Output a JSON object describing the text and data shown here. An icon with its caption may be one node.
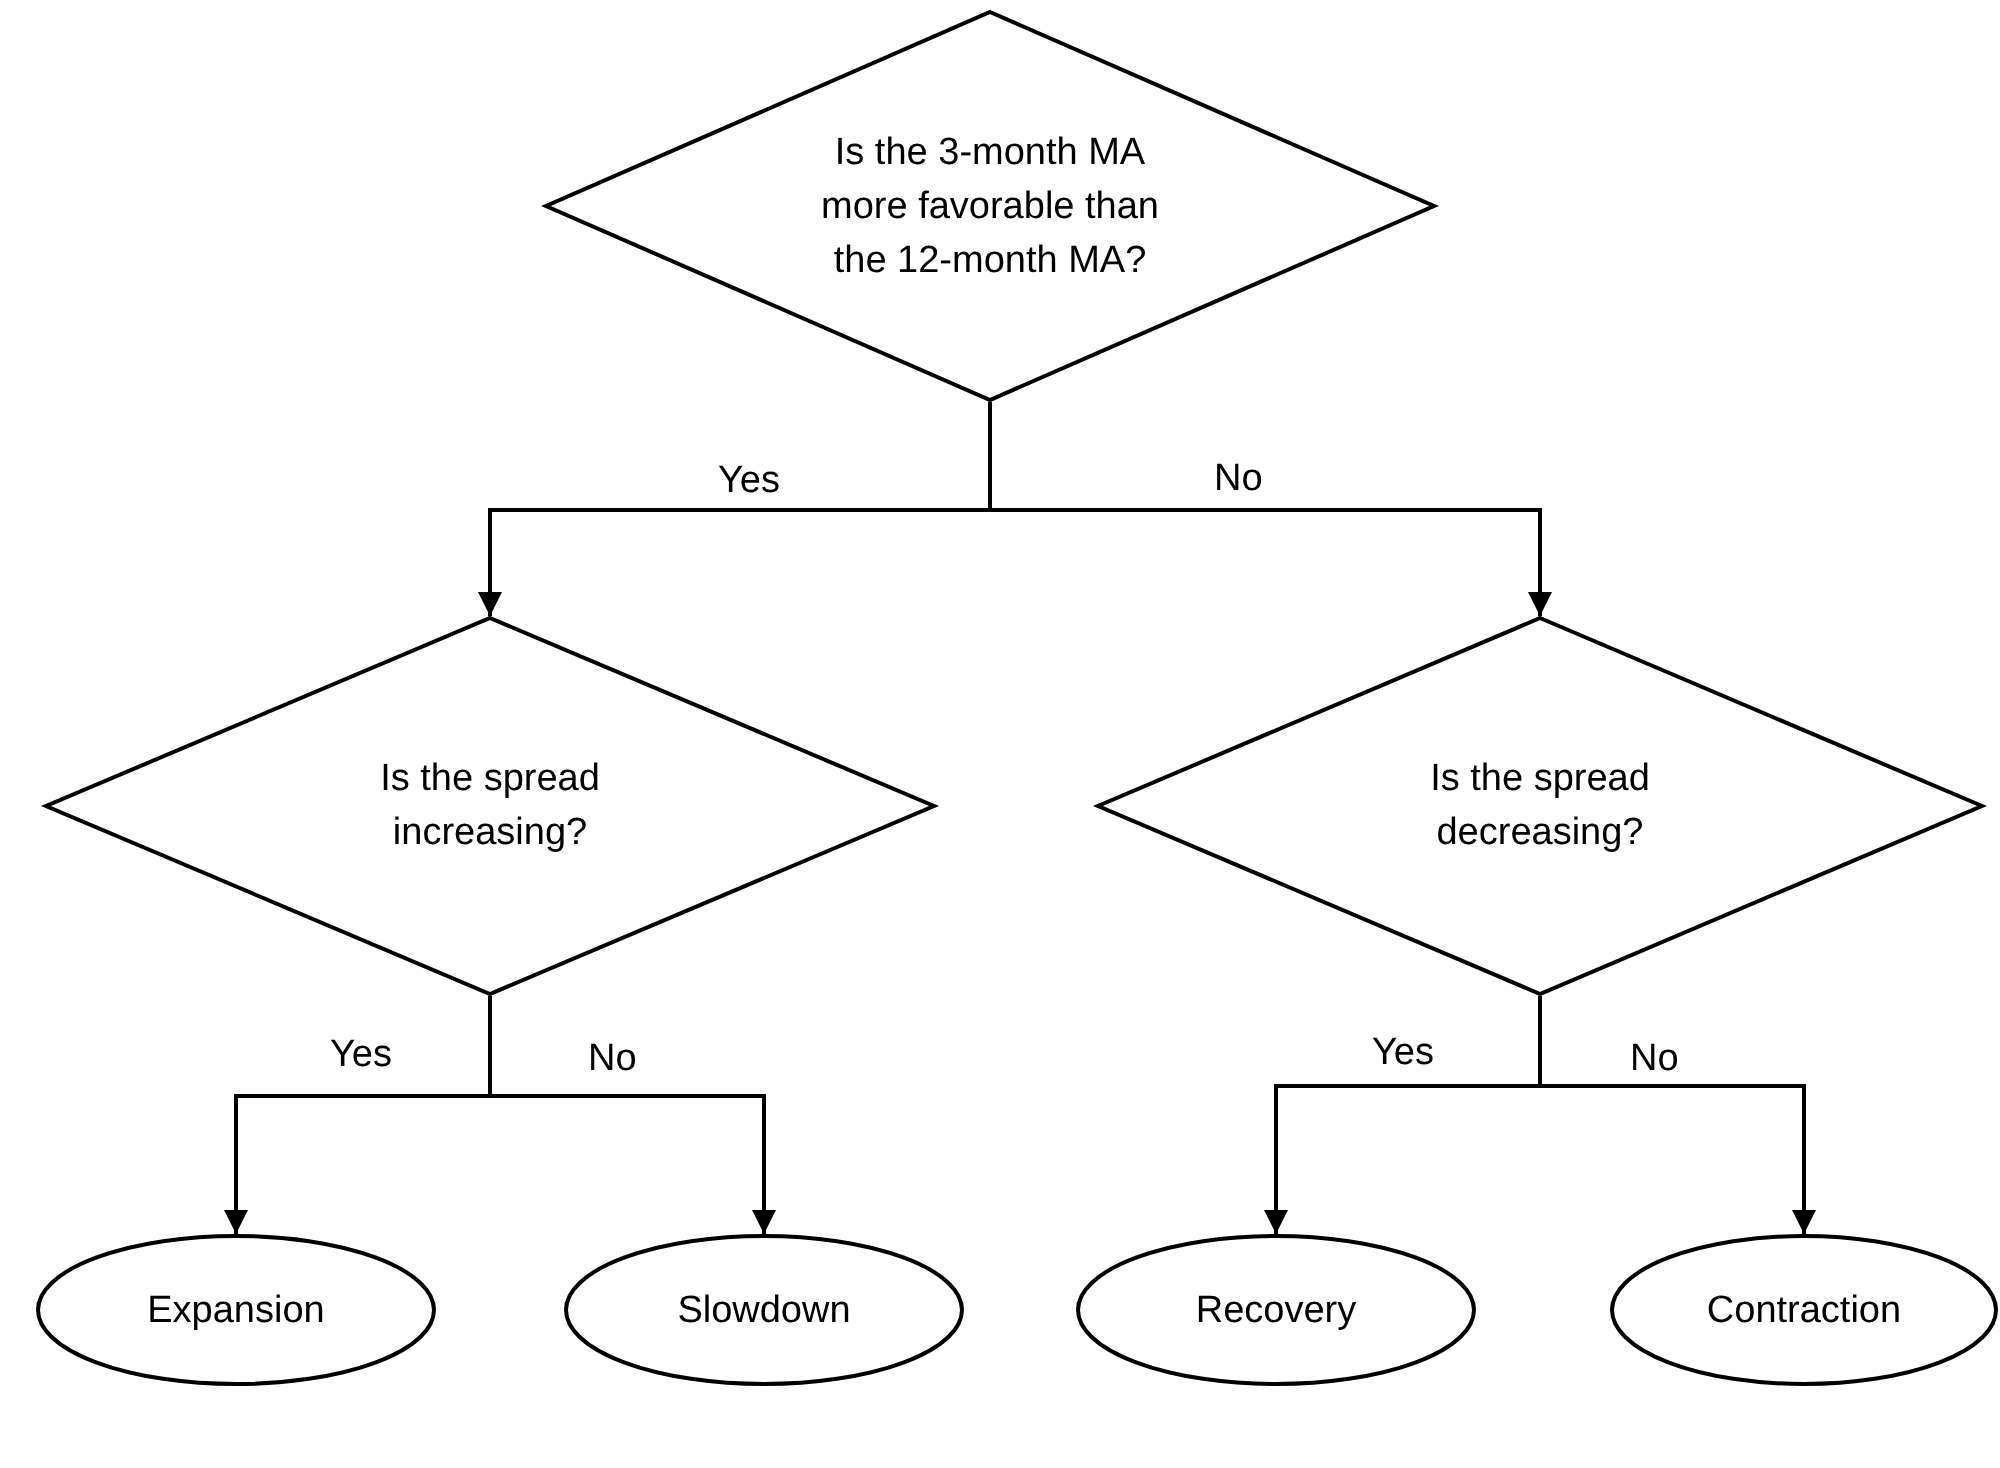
{
  "diagram": {
    "nodes": [
      {
        "text": [
          "Is the 3-month MA more favorable than the 12-month MA?"
        ]
      },
      {
        "text": [
          "Is the spread increasing?"
        ]
      },
      {
        "text": [
          "Is the spread decreasing?"
        ]
      },
      {
        "text": [
          "Expansion"
        ]
      },
      {
        "text": [
          "Slowdown"
        ]
      },
      {
        "text": [
          "Recovery"
        ]
      },
      {
        "text": [
          "Contraction"
        ]
      }
    ],
    "edges": [
      {
        "from": 0,
        "to": 1,
        "arrow": "to",
        "label": "Yes"
      },
      {
        "from": 0,
        "to": 2,
        "arrow": "to",
        "label": "No"
      },
      {
        "from": 1,
        "to": 3,
        "arrow": "to",
        "label": "Yes"
      },
      {
        "from": 1,
        "to": 4,
        "arrow": "to",
        "label": "No"
      },
      {
        "from": 2,
        "to": 5,
        "arrow": "to",
        "label": "Yes"
      },
      {
        "from": 2,
        "to": 6,
        "arrow": "to",
        "label": "No"
      }
    ]
  }
}
